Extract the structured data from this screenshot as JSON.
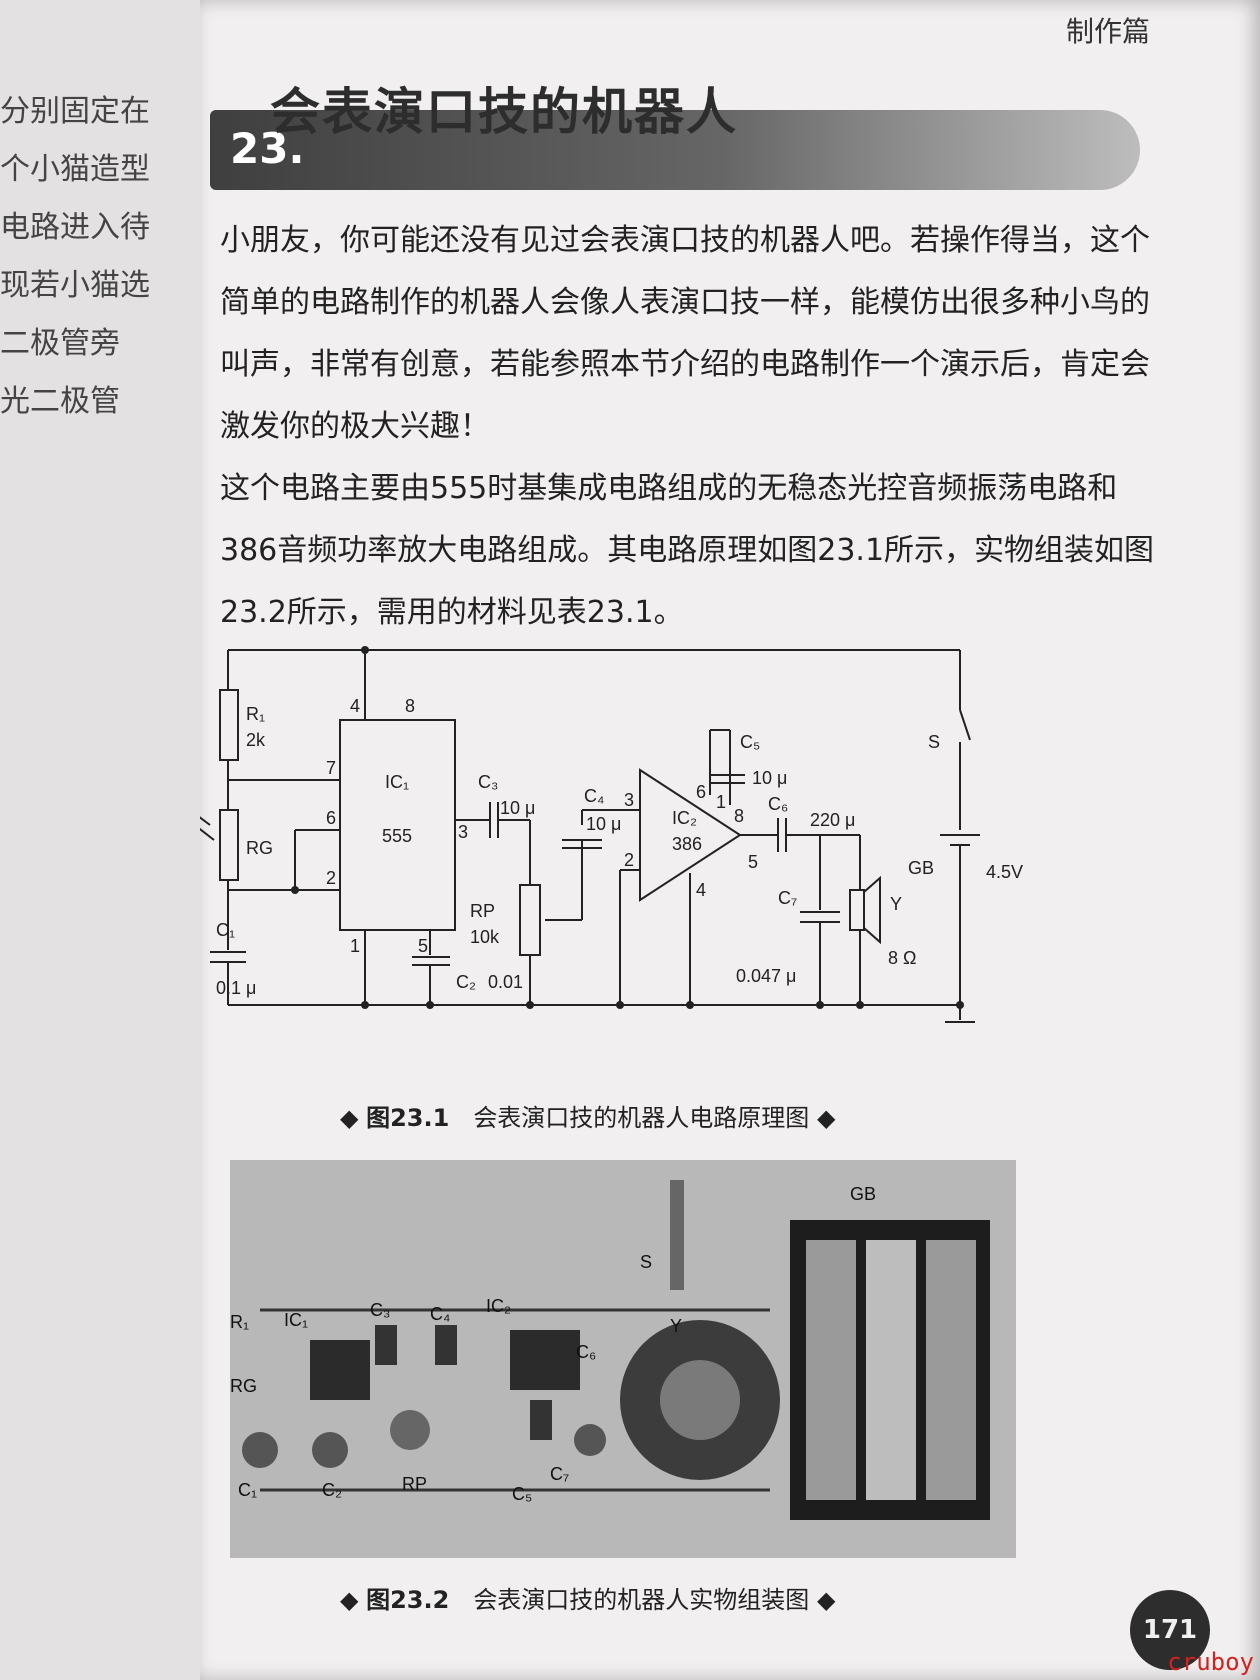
{
  "left_page": {
    "lines": [
      "分别固定在",
      "个小猫造型",
      "电路进入待",
      "现若小猫选",
      "二极管旁",
      "光二极管"
    ]
  },
  "header": {
    "section": "制作篇",
    "chapter_number": "23.",
    "chapter_title": "会表演口技的机器人"
  },
  "body": {
    "paragraphs": [
      "小朋友，你可能还没有见过会表演口技的机器人吧。若操作得当，这个简单的电路制作的机器人会像人表演口技一样，能模仿出很多种小鸟的叫声，非常有创意，若能参照本节介绍的电路制作一个演示后，肯定会激发你的极大兴趣！",
      "这个电路主要由555时基集成电路组成的无稳态光控音频振荡电路和386音频功率放大电路组成。其电路原理如图23.1所示，实物组装如图23.2所示，需用的材料见表23.1。"
    ]
  },
  "figure1": {
    "caption_number": "图23.1",
    "caption_text": "会表演口技的机器人电路原理图",
    "labels": {
      "r1": "R₁",
      "r1_val": "2k",
      "rg": "RG",
      "c1": "C₁",
      "c1_val": "0.1 μ",
      "ic1": "IC₁",
      "ic1_type": "555",
      "pin4": "4",
      "pin8": "8",
      "pin7": "7",
      "pin6": "6",
      "pin2": "2",
      "pin1": "1",
      "pin5": "5",
      "pin3": "3",
      "c2": "C₂",
      "c2_val": "0.01",
      "c3": "C₃",
      "c3_val": "10 μ",
      "rp": "RP",
      "rp_val": "10k",
      "c4": "C₄",
      "c4_val": "10 μ",
      "ic2": "IC₂",
      "ic2_type": "386",
      "ic2_pin6": "6",
      "ic2_pin1": "1",
      "ic2_pin8": "8",
      "ic2_pin3": "3",
      "ic2_pin2": "2",
      "ic2_pin5": "5",
      "ic2_pin4": "4",
      "c5": "C₅",
      "c5_val": "10 μ",
      "c6": "C₆",
      "c6_val": "220 μ",
      "c7": "C₇",
      "c7_val": "0.047 μ",
      "y": "Y",
      "y_val": "8 Ω",
      "s": "S",
      "gb": "GB",
      "gb_val": "4.5V",
      "plus": "+",
      "minus": "−"
    }
  },
  "figure2": {
    "caption_number": "图23.2",
    "caption_text": "会表演口技的机器人实物组装图",
    "labels": {
      "gb": "GB",
      "s": "S",
      "y": "Y",
      "r1": "R₁",
      "ic1": "IC₁",
      "c3": "C₃",
      "c4": "C₄",
      "ic2": "IC₂",
      "c6": "C₆",
      "rg": "RG",
      "c1": "C₁",
      "c2": "C₂",
      "rp": "RP",
      "c5": "C₅",
      "c7": "C₇"
    }
  },
  "footer": {
    "page_number": "171",
    "watermark": "cruboy"
  }
}
